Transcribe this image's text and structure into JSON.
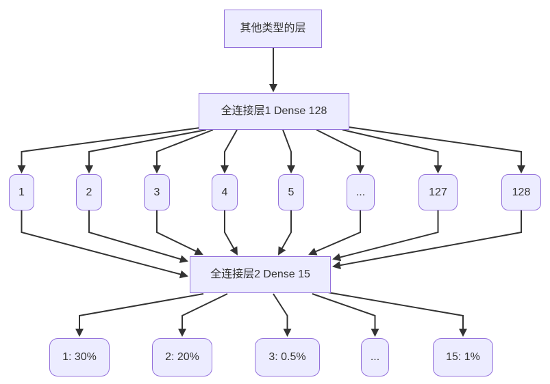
{
  "diagram": {
    "type": "flowchart",
    "colors": {
      "node_fill": "#ECECFF",
      "node_border": "#9370DB",
      "edge": "#333333",
      "text": "#333333",
      "background": "#ffffff"
    },
    "nodes": {
      "other_layers": {
        "label": "其他类型的层"
      },
      "dense1": {
        "label": "全连接层1 Dense 128"
      },
      "hidden_units": [
        {
          "label": "1"
        },
        {
          "label": "2"
        },
        {
          "label": "3"
        },
        {
          "label": "4"
        },
        {
          "label": "5"
        },
        {
          "label": "..."
        },
        {
          "label": "127"
        },
        {
          "label": "128"
        }
      ],
      "dense2": {
        "label": "全连接层2 Dense 15"
      },
      "outputs": [
        {
          "label": "1: 30%"
        },
        {
          "label": "2: 20%"
        },
        {
          "label": "3: 0.5%"
        },
        {
          "label": "..."
        },
        {
          "label": "15: 1%"
        }
      ]
    },
    "edges": [
      {
        "from": "other_layers",
        "to": "dense1"
      },
      {
        "from": "dense1",
        "to": "hidden_units[0..7]"
      },
      {
        "from": "hidden_units[0..7]",
        "to": "dense2"
      },
      {
        "from": "dense2",
        "to": "outputs[0..4]"
      }
    ]
  }
}
